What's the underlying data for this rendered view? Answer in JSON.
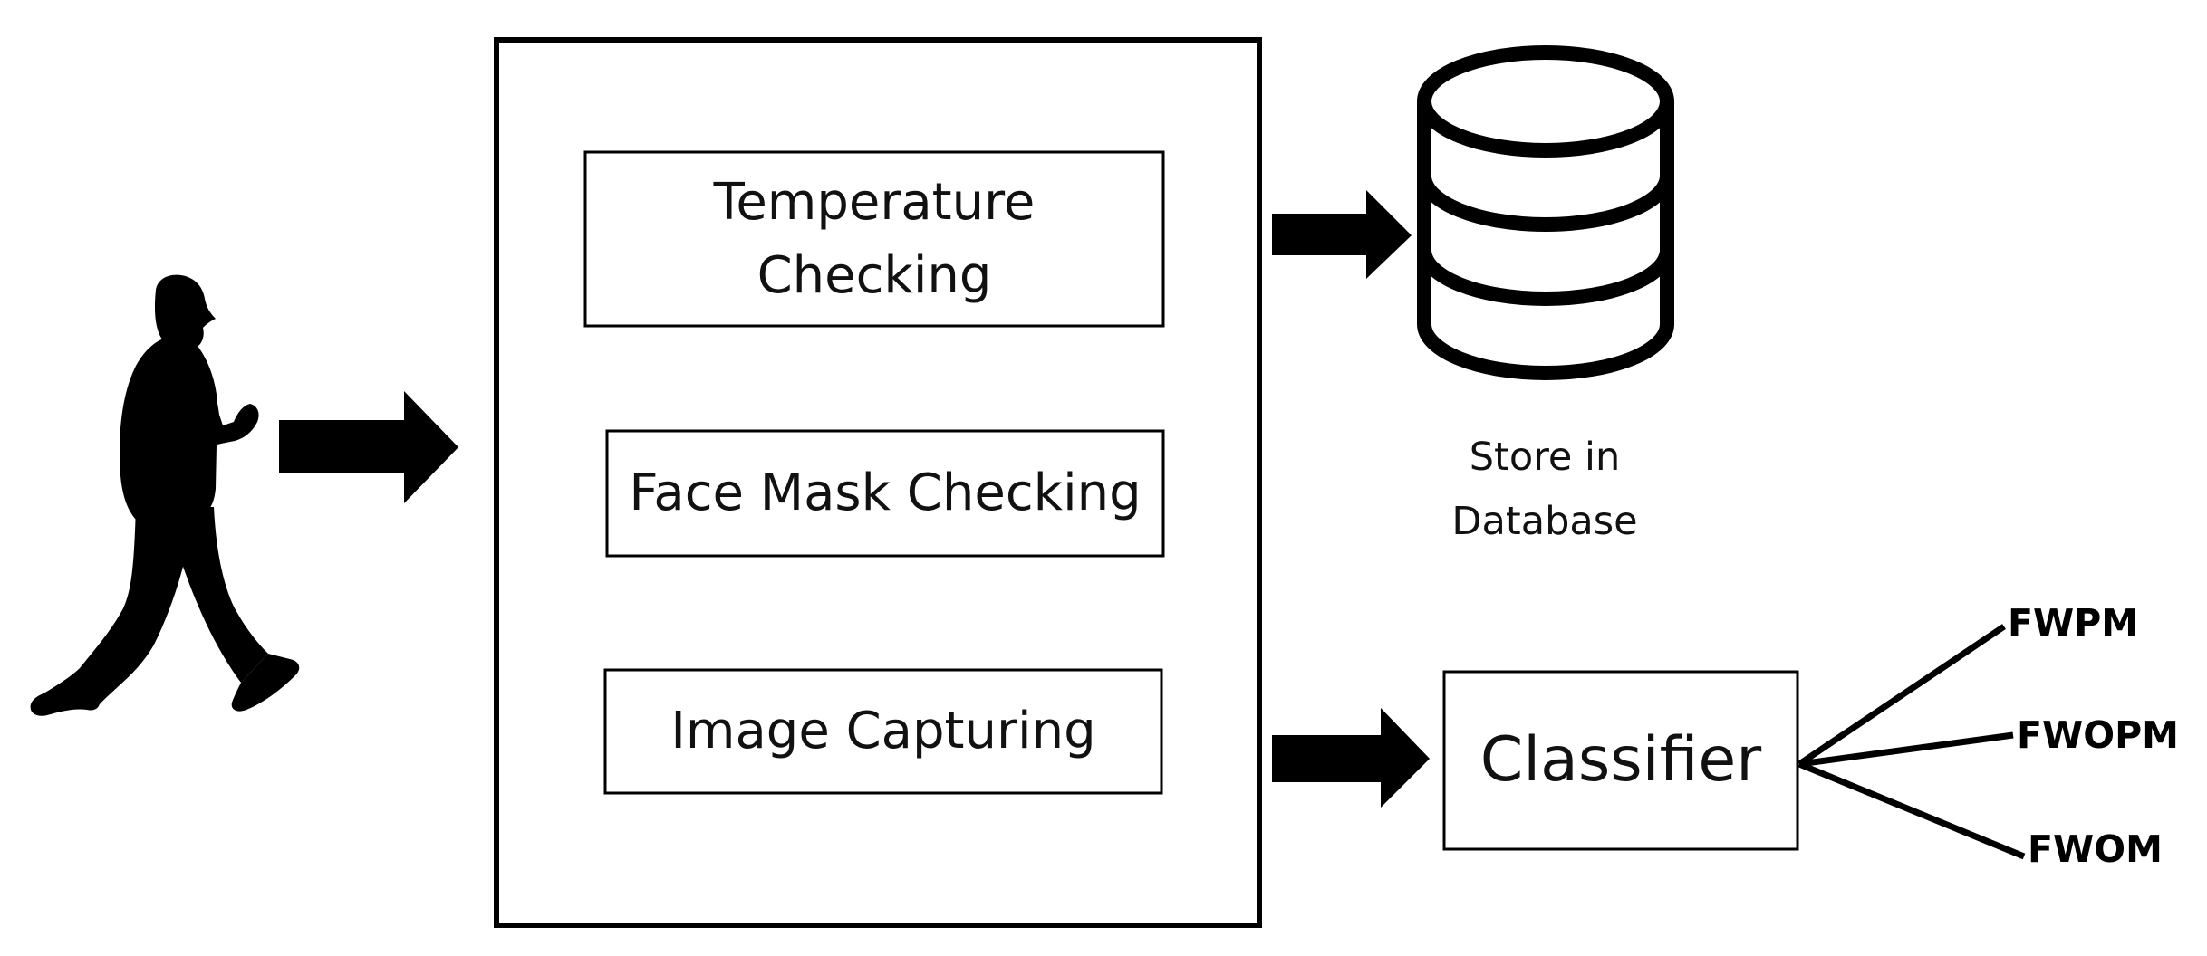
{
  "steps": [
    {
      "line1": "Temperature",
      "line2": "Checking"
    },
    {
      "label": "Face Mask Checking"
    },
    {
      "label": "Image Capturing"
    }
  ],
  "database": {
    "icon": "database-icon",
    "line1": "Store in",
    "line2": "Database"
  },
  "classifier": {
    "label": "Classifier"
  },
  "outputs": [
    "FWPM",
    "FWOPM",
    "FWOM"
  ],
  "person": {
    "icon": "walking-person-icon"
  },
  "colors": {
    "stroke": "#000000",
    "text": "#111111",
    "background": "#ffffff"
  }
}
